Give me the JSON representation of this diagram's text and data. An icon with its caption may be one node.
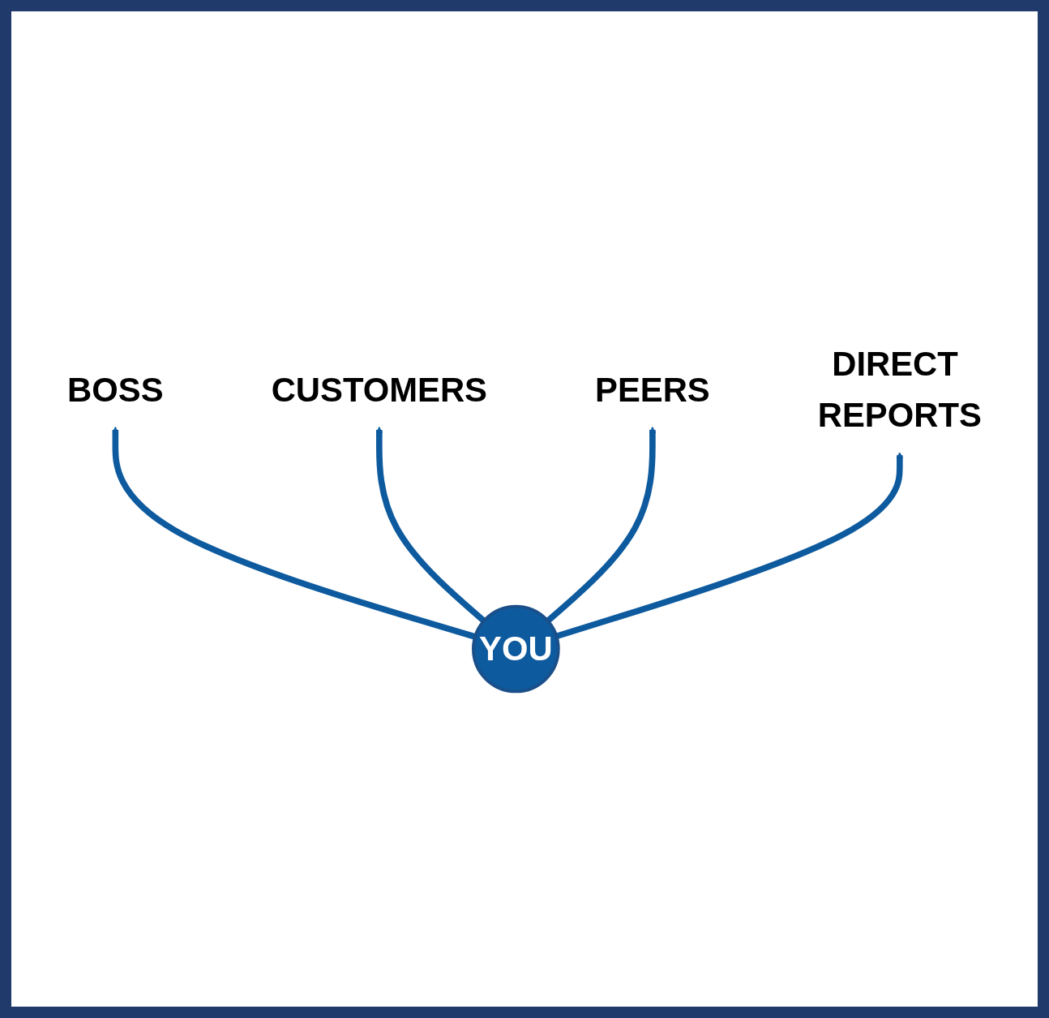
{
  "diagram": {
    "nodes": [
      {
        "text": [
          "BOSS"
        ]
      },
      {
        "text": [
          "CUSTOMERS"
        ]
      },
      {
        "text": [
          "YOU"
        ]
      },
      {
        "text": [
          "PEERS"
        ]
      },
      {
        "text": [
          "DIRECT REPORTS"
        ]
      }
    ],
    "edges": [
      {
        "from": 2,
        "to": 0,
        "arrow": "to"
      },
      {
        "from": 2,
        "to": 1,
        "arrow": "to"
      },
      {
        "from": 2,
        "to": 3,
        "arrow": "to"
      },
      {
        "from": 2,
        "to": 4,
        "arrow": "to"
      }
    ]
  }
}
